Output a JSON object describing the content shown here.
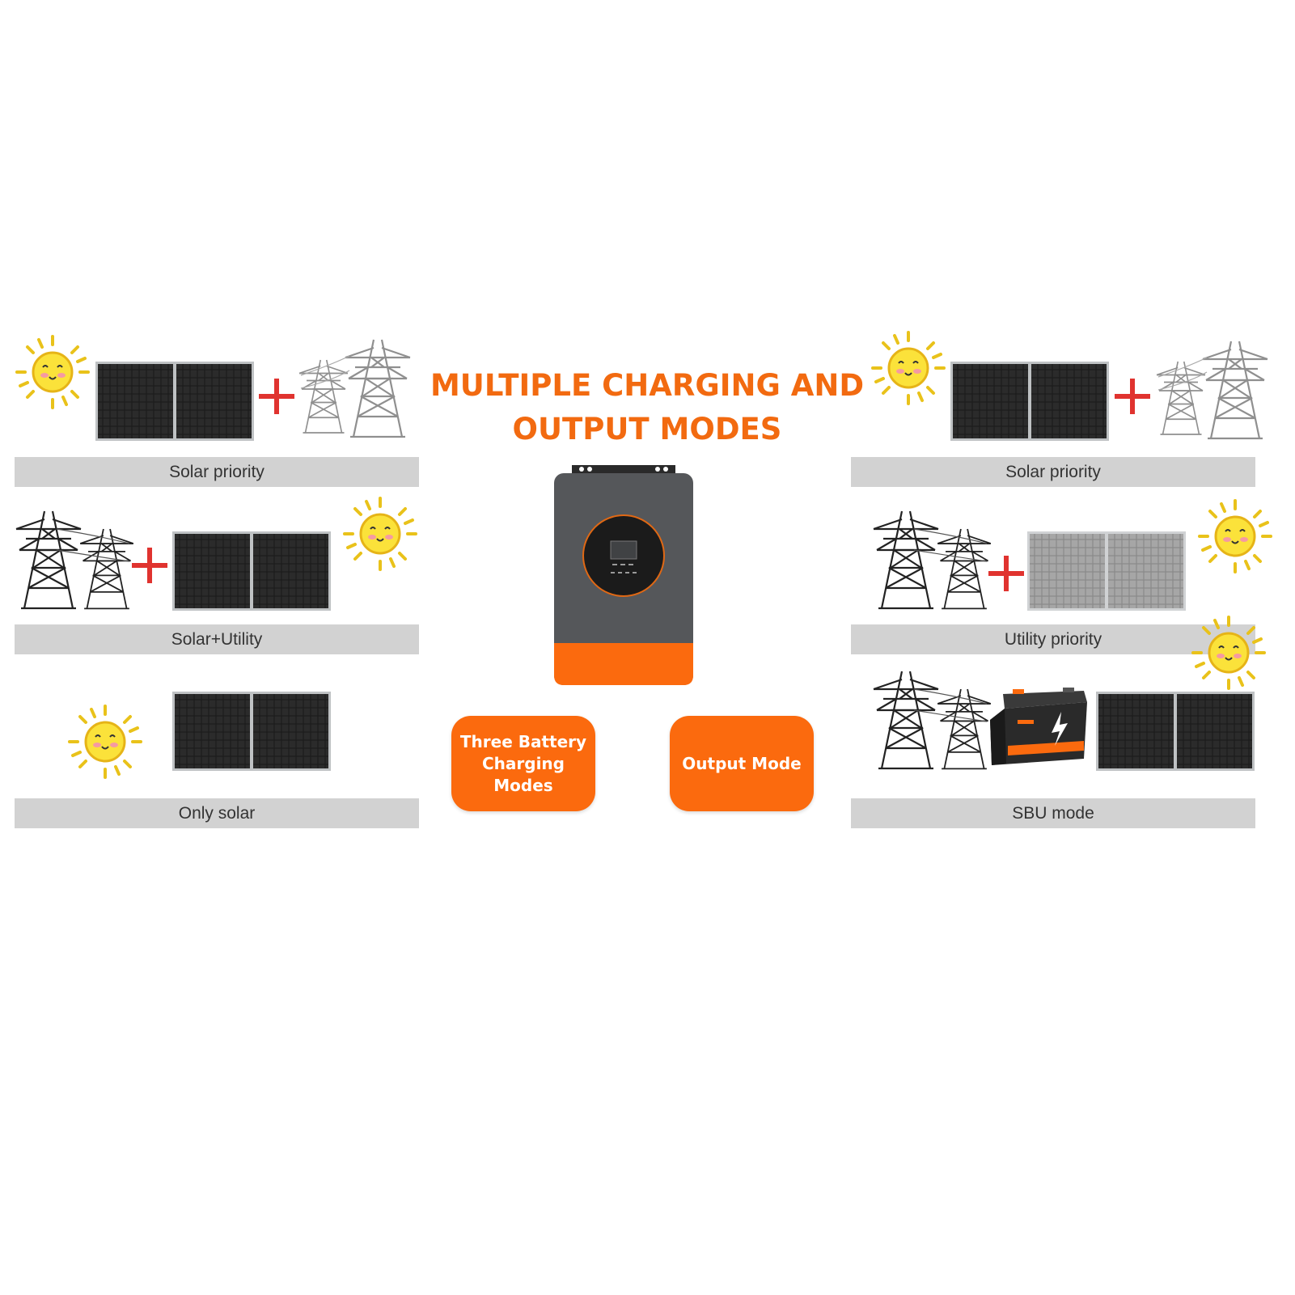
{
  "title": {
    "line1": "MULTIPLE CHARGING AND",
    "line2": "OUTPUT MODES"
  },
  "modes": {
    "left": [
      "Solar priority",
      "Solar+Utility",
      "Only solar"
    ],
    "right": [
      "Solar priority",
      "Utility priority",
      "SBU mode"
    ]
  },
  "buttons": {
    "battery_line1": "Three Battery",
    "battery_line2": "Charging Modes",
    "output": "Output Mode"
  },
  "colors": {
    "accent": "#fb6a0e",
    "plus": "#e0332f",
    "label_bg": "#d2d2d2",
    "inverter_body": "#55575a"
  },
  "icons": [
    "sun-icon",
    "solar-panel-icon",
    "plus-icon",
    "power-tower-icon",
    "battery-icon",
    "inverter-icon"
  ]
}
